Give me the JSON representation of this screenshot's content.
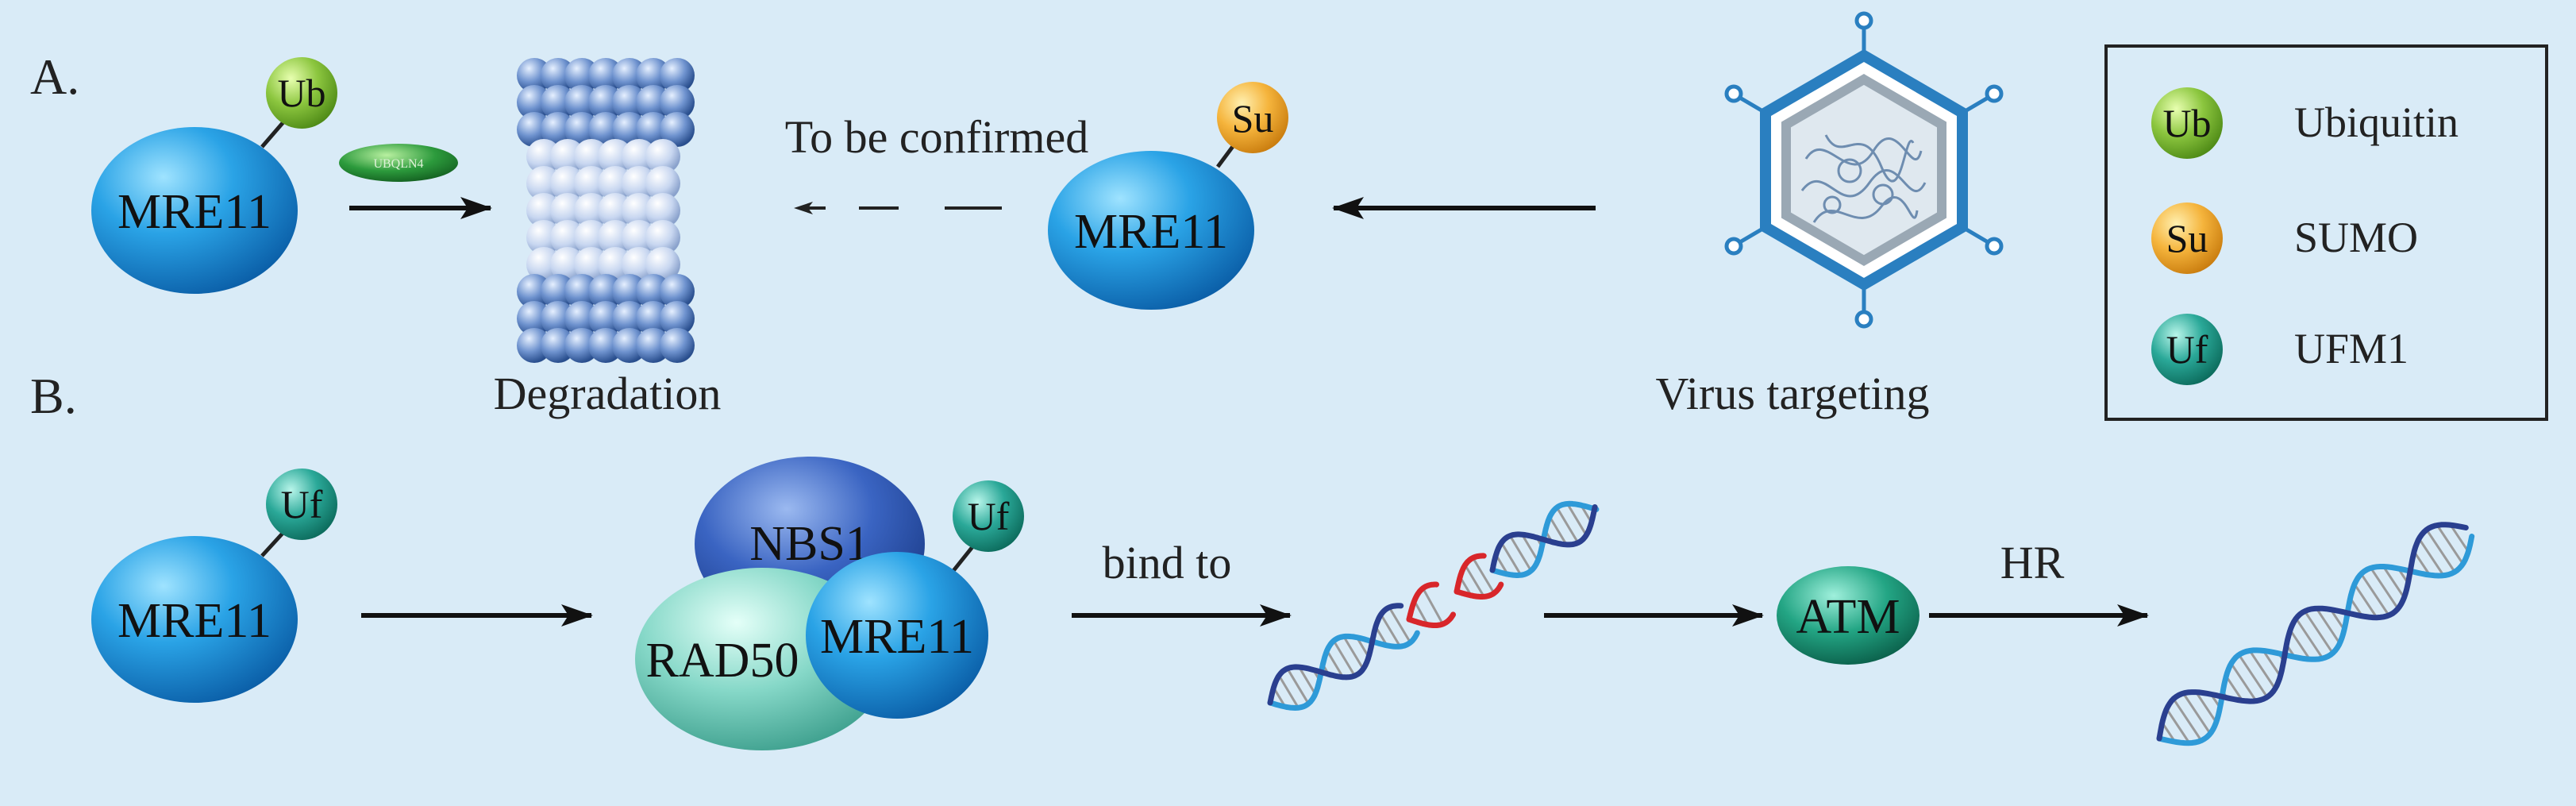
{
  "panels": {
    "a": "A.",
    "b": "B."
  },
  "captions": {
    "degradation": "Degradation",
    "virus_targeting": "Virus targeting",
    "to_be_confirmed": "To be confirmed",
    "bind_to": "bind to",
    "hr": "HR"
  },
  "nodes": {
    "mre11": "MRE11",
    "nbs1": "NBS1",
    "rad50": "RAD50",
    "atm": "ATM",
    "ubqln4": "UBQLN4"
  },
  "tags": {
    "ub": "Ub",
    "su": "Su",
    "uf": "Uf"
  },
  "legend": [
    {
      "tag": "Ub",
      "label": "Ubiquitin",
      "color": "#8cc63f"
    },
    {
      "tag": "Su",
      "label": "SUMO",
      "color": "#f5b43c"
    },
    {
      "tag": "Uf",
      "label": "UFM1",
      "color": "#2aa898"
    }
  ],
  "colors": {
    "background": "#d9ebf7",
    "mre11": "#2d9ee0",
    "ubiquitin": "#8cc63f",
    "sumo": "#f5b43c",
    "ufm1": "#2aa898",
    "nbs1": "#2f5fb8",
    "rad50": "#7fd3c4",
    "atm": "#1f9a82",
    "dna_blue": "#2e9ad8",
    "dna_red": "#d8262a"
  }
}
